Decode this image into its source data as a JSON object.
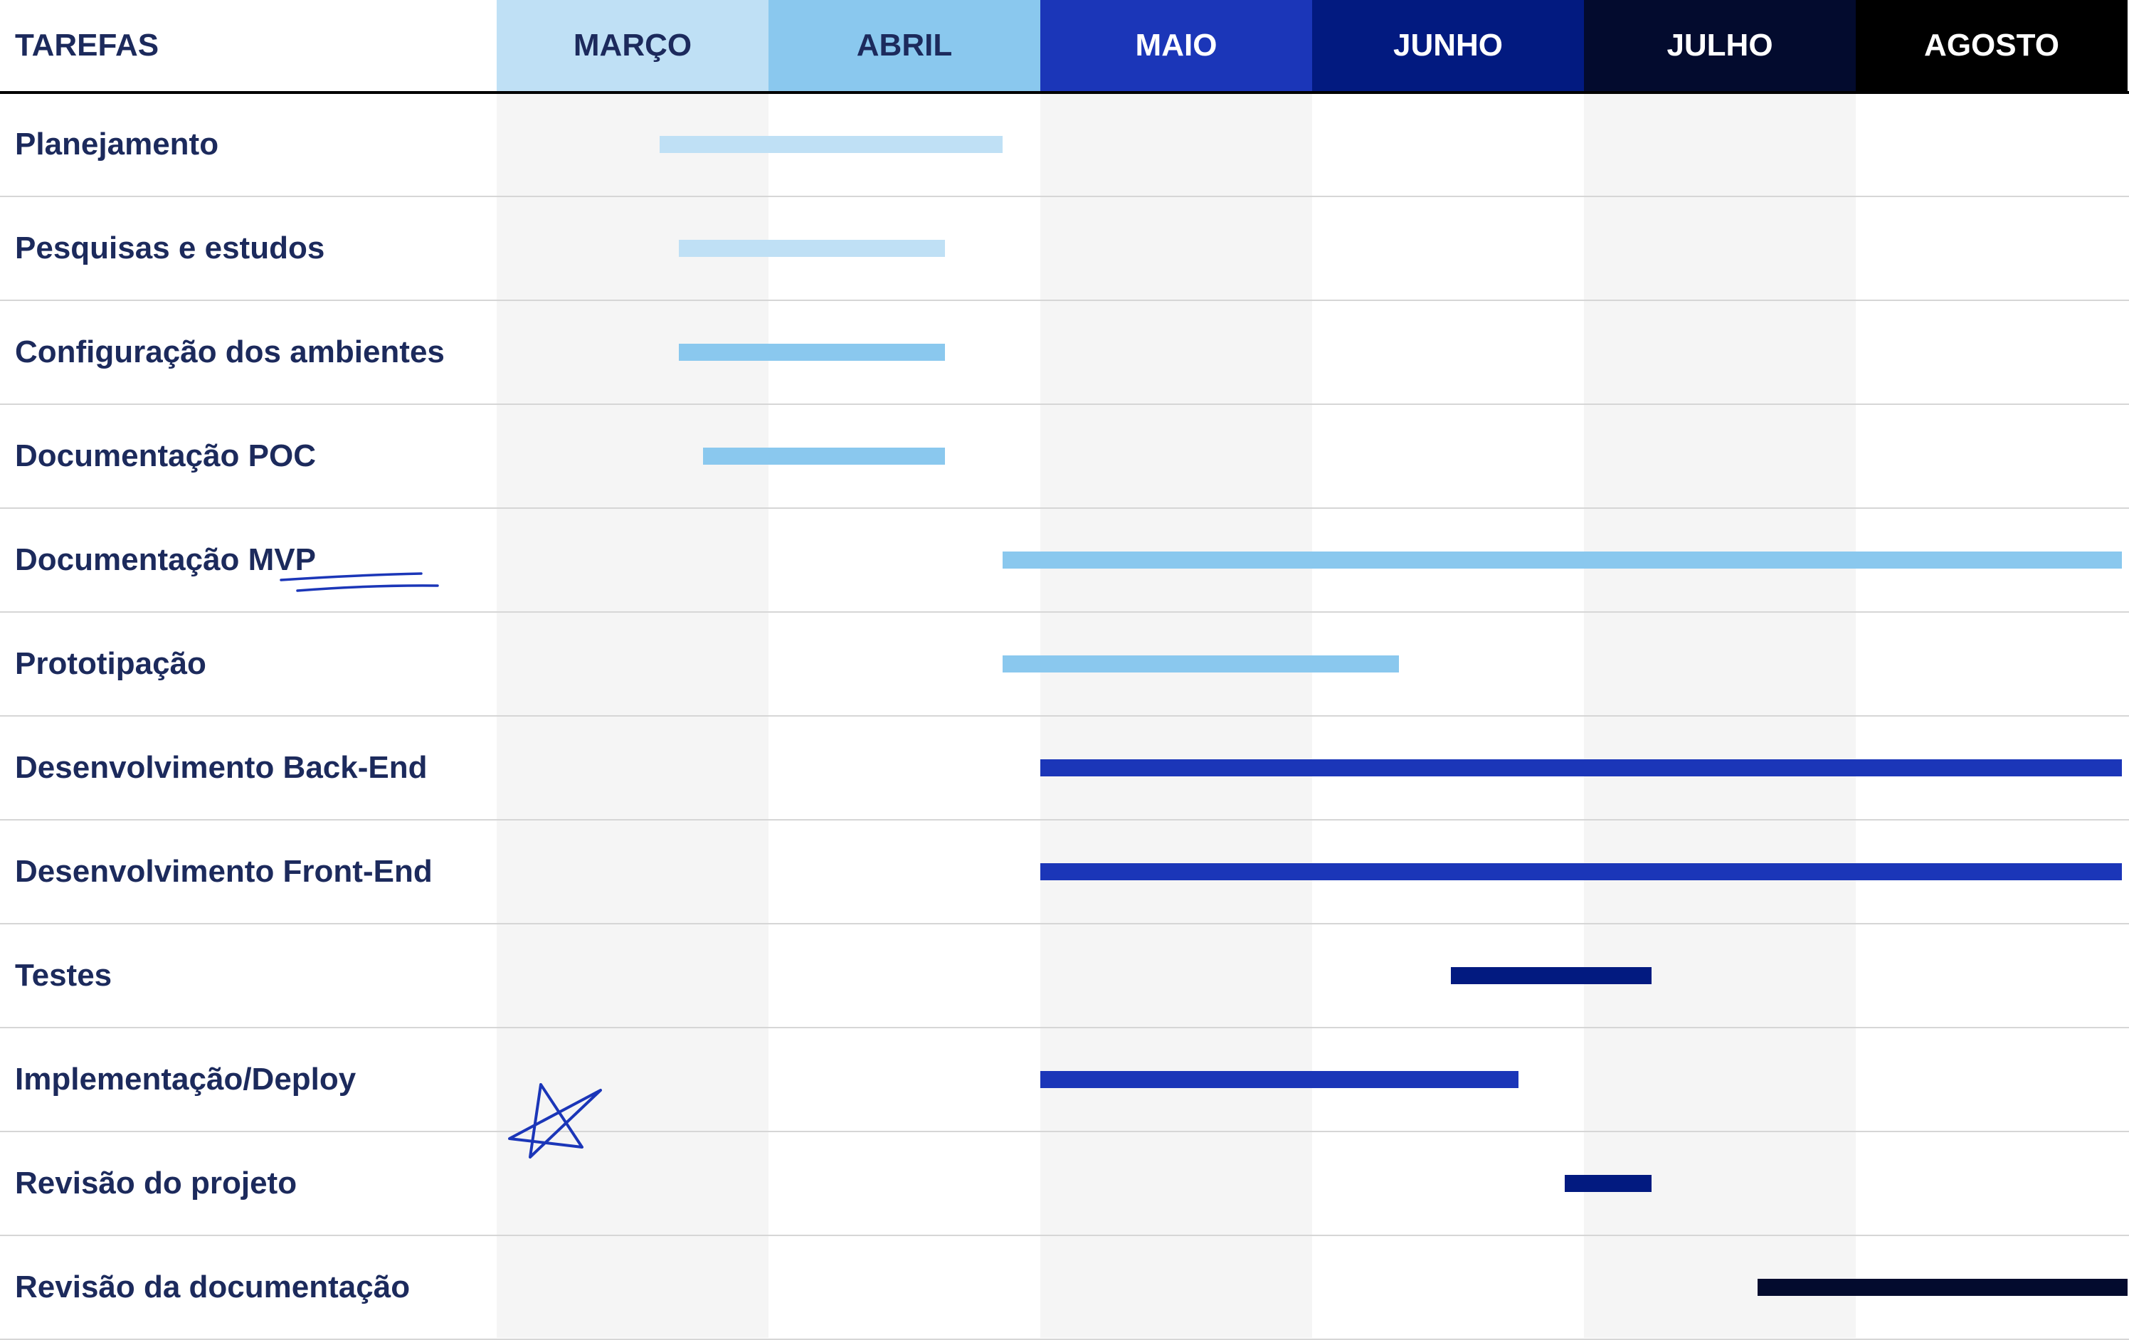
{
  "chart_data": {
    "type": "gantt",
    "header_label": "TAREFAS",
    "months": [
      {
        "name": "MARÇO",
        "header_color": "#bfe0f5",
        "text_color": "#1c2a5c",
        "shaded": true
      },
      {
        "name": "ABRIL",
        "header_color": "#8ac8ee",
        "text_color": "#1c2a5c",
        "shaded": false
      },
      {
        "name": "MAIO",
        "header_color": "#1b36b8",
        "text_color": "#ffffff",
        "shaded": true
      },
      {
        "name": "JUNHO",
        "header_color": "#021a80",
        "text_color": "#ffffff",
        "shaded": false
      },
      {
        "name": "JULHO",
        "header_color": "#030b2e",
        "text_color": "#ffffff",
        "shaded": true
      },
      {
        "name": "AGOSTO",
        "header_color": "#000000",
        "text_color": "#ffffff",
        "shaded": false
      }
    ],
    "tasks": [
      {
        "name": "Planejamento",
        "start": 0.6,
        "end": 1.86,
        "color": "#bfe0f5"
      },
      {
        "name": "Pesquisas e estudos",
        "start": 0.67,
        "end": 1.65,
        "color": "#bfe0f5"
      },
      {
        "name": "Configuração dos ambientes",
        "start": 0.67,
        "end": 1.65,
        "color": "#8ac8ee"
      },
      {
        "name": "Documentação POC",
        "start": 0.76,
        "end": 1.65,
        "color": "#8ac8ee"
      },
      {
        "name": "Documentação MVP",
        "start": 1.86,
        "end": 5.98,
        "color": "#8ac8ee"
      },
      {
        "name": "Prototipação",
        "start": 1.86,
        "end": 3.32,
        "color": "#8ac8ee"
      },
      {
        "name": "Desenvolvimento Back-End",
        "start": 2.0,
        "end": 5.98,
        "color": "#1b36b8"
      },
      {
        "name": "Desenvolvimento Front-End",
        "start": 2.0,
        "end": 5.98,
        "color": "#1b36b8"
      },
      {
        "name": "Testes",
        "start": 3.51,
        "end": 4.25,
        "color": "#021a80"
      },
      {
        "name": "Implementação/Deploy",
        "start": 2.0,
        "end": 3.76,
        "color": "#1b36b8"
      },
      {
        "name": "Revisão do projeto",
        "start": 3.93,
        "end": 4.25,
        "color": "#021a80"
      },
      {
        "name": "Revisão da documentação",
        "start": 4.64,
        "end": 6.0,
        "color": "#030b2e"
      }
    ],
    "annotations": [
      {
        "type": "underline",
        "target": "Documentação MVP",
        "color": "#1b36b8"
      },
      {
        "type": "star",
        "near": "Revisão do projeto",
        "color": "#1b36b8"
      }
    ]
  }
}
